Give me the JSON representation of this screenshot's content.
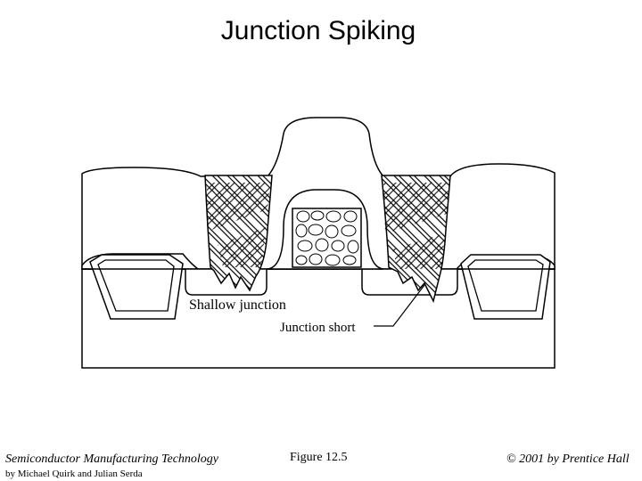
{
  "title": "Junction Spiking",
  "labels": {
    "shallow_junction": "Shallow junction",
    "junction_short": "Junction short"
  },
  "footer": {
    "book": "Semiconductor Manufacturing Technology",
    "authors": "by Michael Quirk and Julian Serda",
    "figure": "Figure 12.5",
    "copyright": "© 2001 by Prentice Hall"
  }
}
